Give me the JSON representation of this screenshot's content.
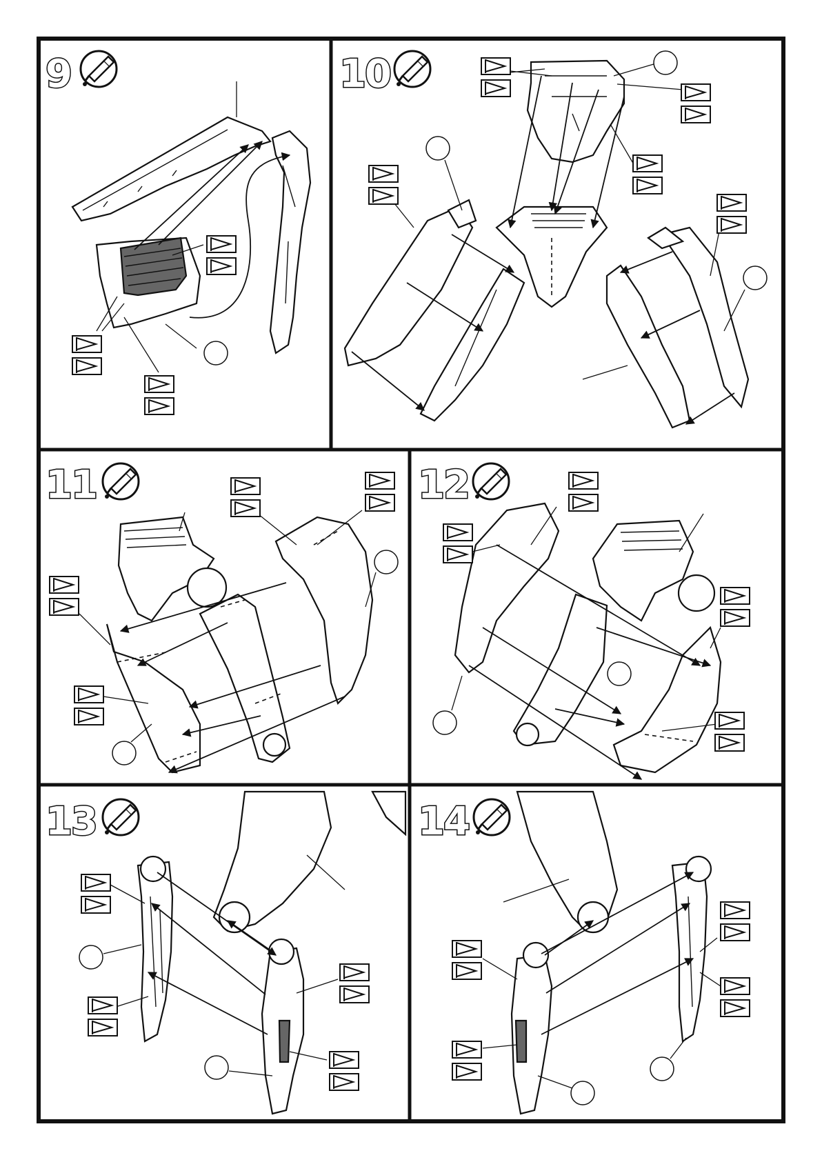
{
  "steps": [
    {
      "number": "9",
      "icon": "glue-tube-icon"
    },
    {
      "number": "10",
      "icon": "glue-tube-icon"
    },
    {
      "number": "11",
      "icon": "glue-tube-icon"
    },
    {
      "number": "12",
      "icon": "glue-tube-icon"
    },
    {
      "number": "13",
      "icon": "glue-tube-icon"
    },
    {
      "number": "14",
      "icon": "glue-tube-icon"
    }
  ],
  "colors": {
    "ink": "#111111",
    "paper": "#ffffff",
    "shade": "#666666"
  },
  "marker_icon": "paint-flag-icon"
}
